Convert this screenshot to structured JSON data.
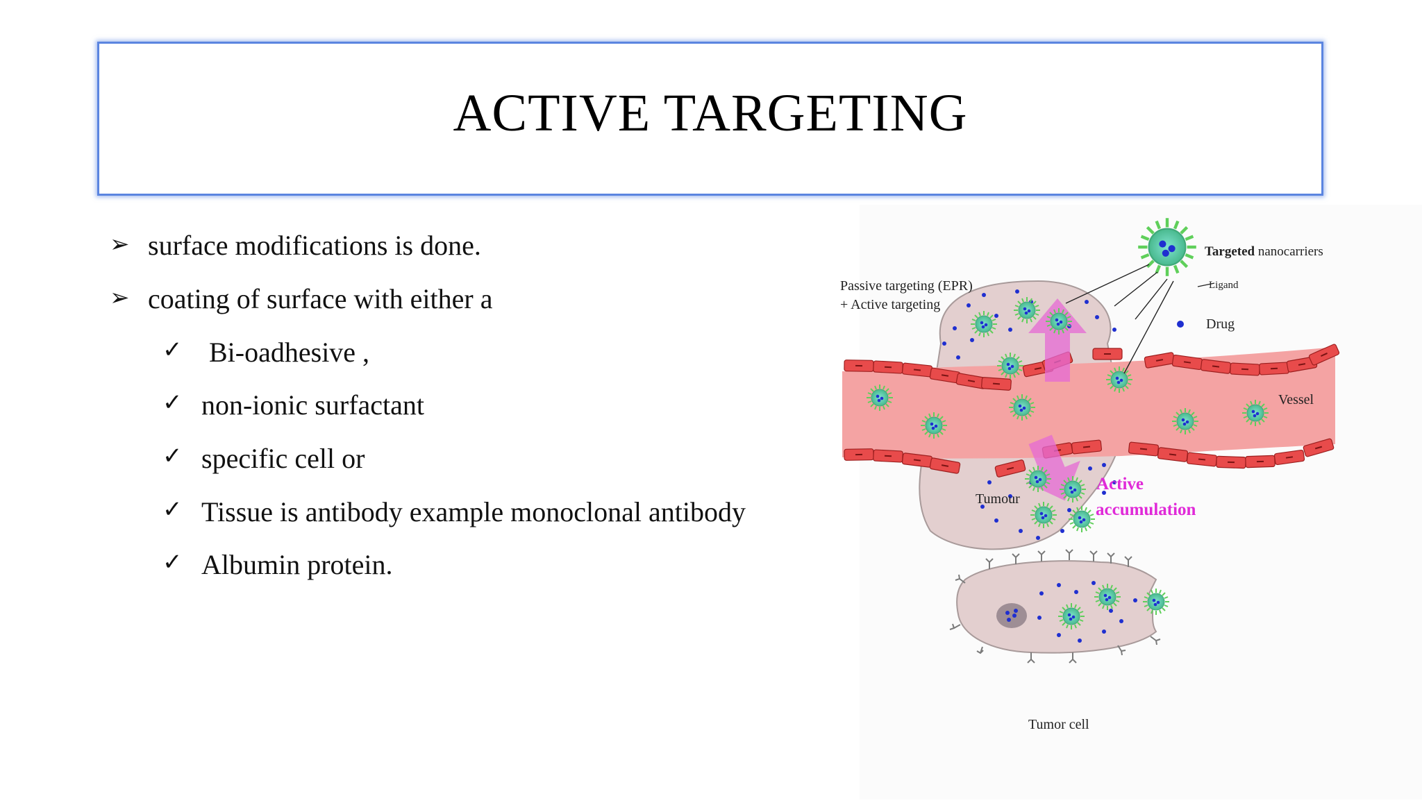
{
  "slide": {
    "title": "ACTIVE TARGETING",
    "bullets": [
      "surface modifications is done.",
      "coating of surface with either a"
    ],
    "sub_bullets": [
      "Bi-oadhesive  ,",
      "non-ionic surfactant",
      "specific cell or",
      "Tissue is antibody example monoclonal antibody",
      "Albumin protein."
    ]
  },
  "figure": {
    "targeted_bold": "Targeted",
    "targeted_rest": " nanocarriers",
    "ligand": "Ligand",
    "drug": "Drug",
    "passive_line1": "Passive targeting (EPR)",
    "passive_line2": "+ Active targeting",
    "vessel": "Vessel",
    "tumour": "Tumour",
    "active_line1": "Active",
    "active_line2": "accumulation",
    "tumor_cell": "Tumor cell"
  },
  "colors": {
    "title_border": "#5b85e0",
    "vessel": "#f4a3a3",
    "endothelial": "#e84b4b",
    "tumour": "#e3cfcf",
    "drug": "#1f2fd0",
    "nanocarrier": "#4dc89a",
    "accent": "#e02ad8"
  }
}
